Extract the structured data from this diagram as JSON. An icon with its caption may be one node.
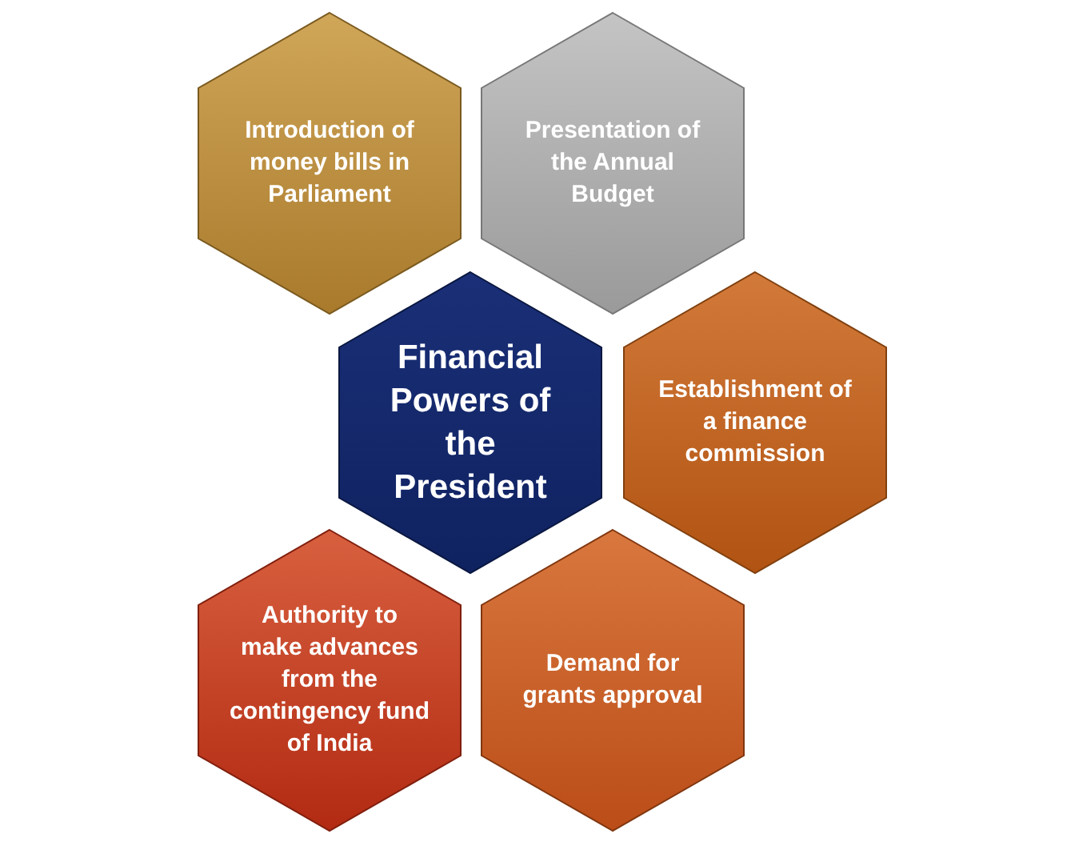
{
  "diagram": {
    "nodes": [
      {
        "text": [
          "Introduction of money bills in Parliament"
        ]
      },
      {
        "text": [
          "Presentation of the Annual Budget"
        ]
      },
      {
        "text": [
          "Financial Powers of the President"
        ]
      },
      {
        "text": [
          "Establishment of a finance commission"
        ]
      },
      {
        "text": [
          "Authority to make advances from the contingency fund of India"
        ]
      },
      {
        "text": [
          "Demand for grants approval"
        ]
      }
    ]
  }
}
